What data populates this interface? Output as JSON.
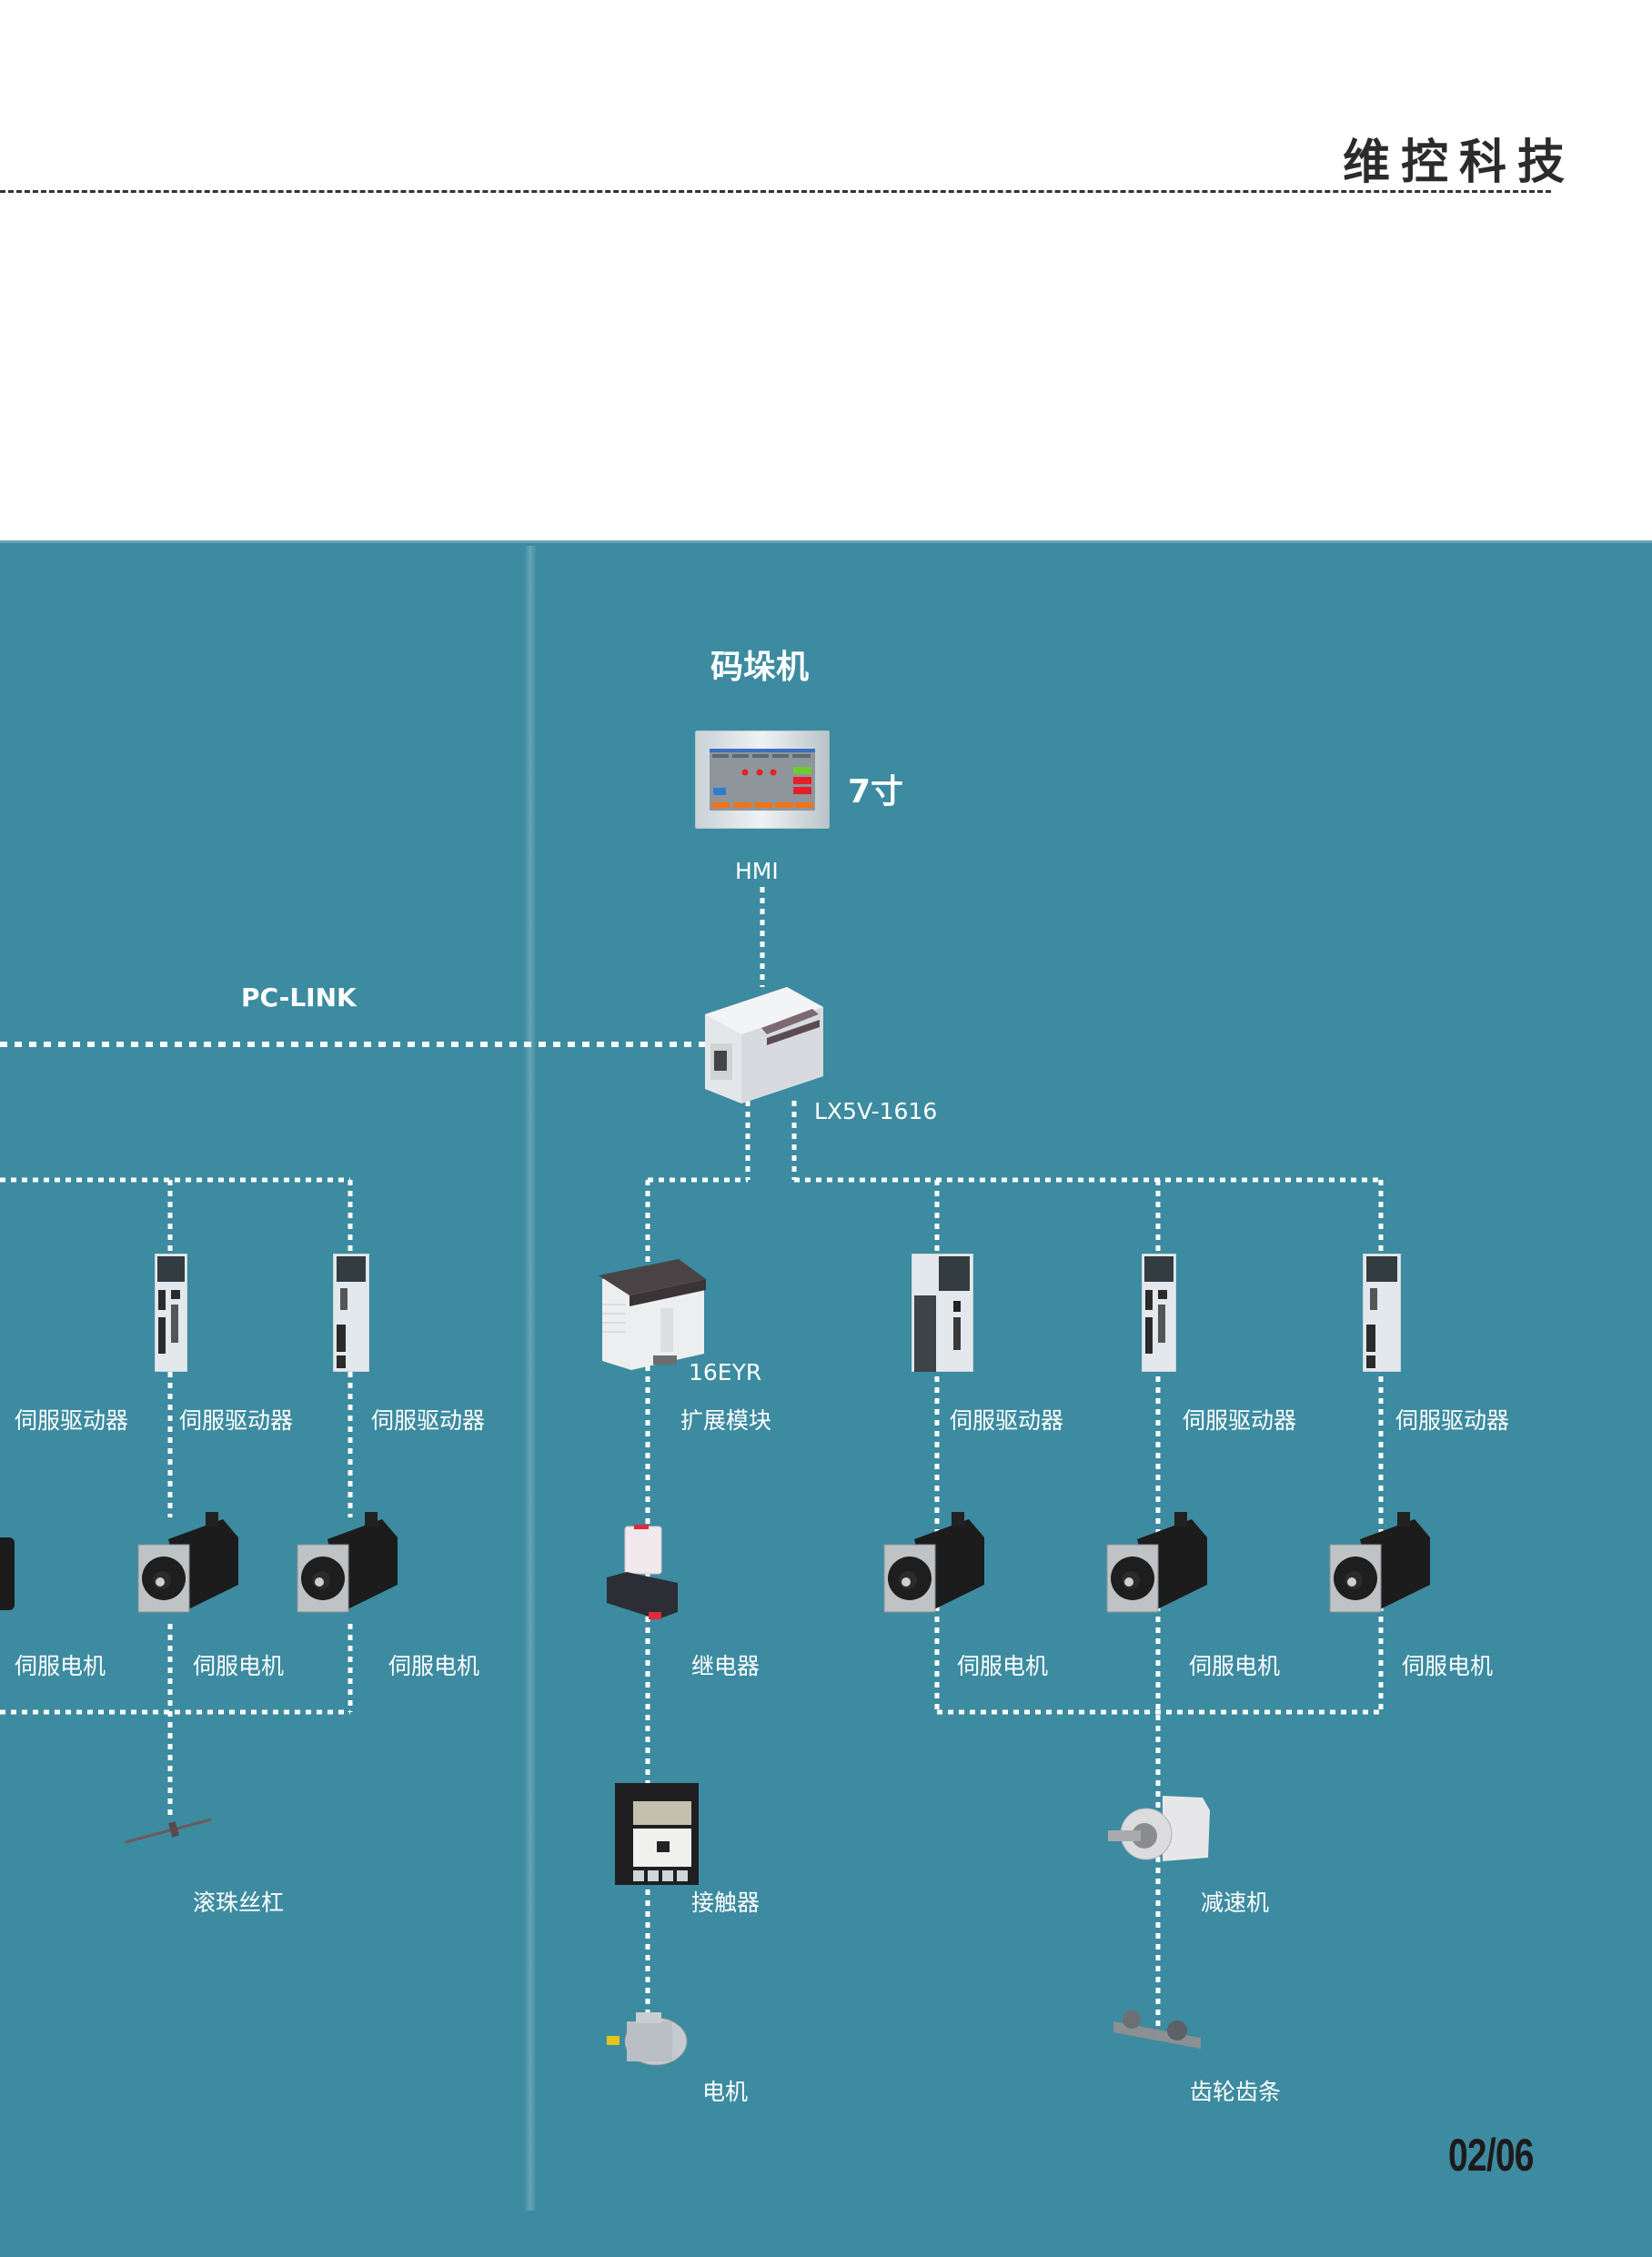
{
  "header": {
    "brand": "维控科技"
  },
  "diagram": {
    "title": "码垛机",
    "link_label": "PC-LINK",
    "hmi": {
      "label": "HMI",
      "size": "7寸"
    },
    "plc": {
      "model": "LX5V-1616"
    },
    "expansion": {
      "model": "16EYR",
      "label": "扩展模块"
    },
    "left_group": {
      "drives": [
        "伺服驱动器",
        "伺服驱动器",
        "伺服驱动器"
      ],
      "motors": [
        "伺服电机",
        "伺服电机",
        "伺服电机"
      ],
      "actuator": "滚珠丝杠"
    },
    "io_chain": [
      "继电器",
      "接触器",
      "电机"
    ],
    "right_group": {
      "drives": [
        "伺服驱动器",
        "伺服驱动器",
        "伺服驱动器"
      ],
      "motors": [
        "伺服电机",
        "伺服电机",
        "伺服电机"
      ],
      "reducer": "减速机",
      "actuator": "齿轮齿条"
    }
  },
  "footer": {
    "page": "02/06"
  },
  "colors": {
    "panel": "#3c8ba0",
    "brand_text": "#2b2b2b",
    "line": "#ffffff"
  }
}
